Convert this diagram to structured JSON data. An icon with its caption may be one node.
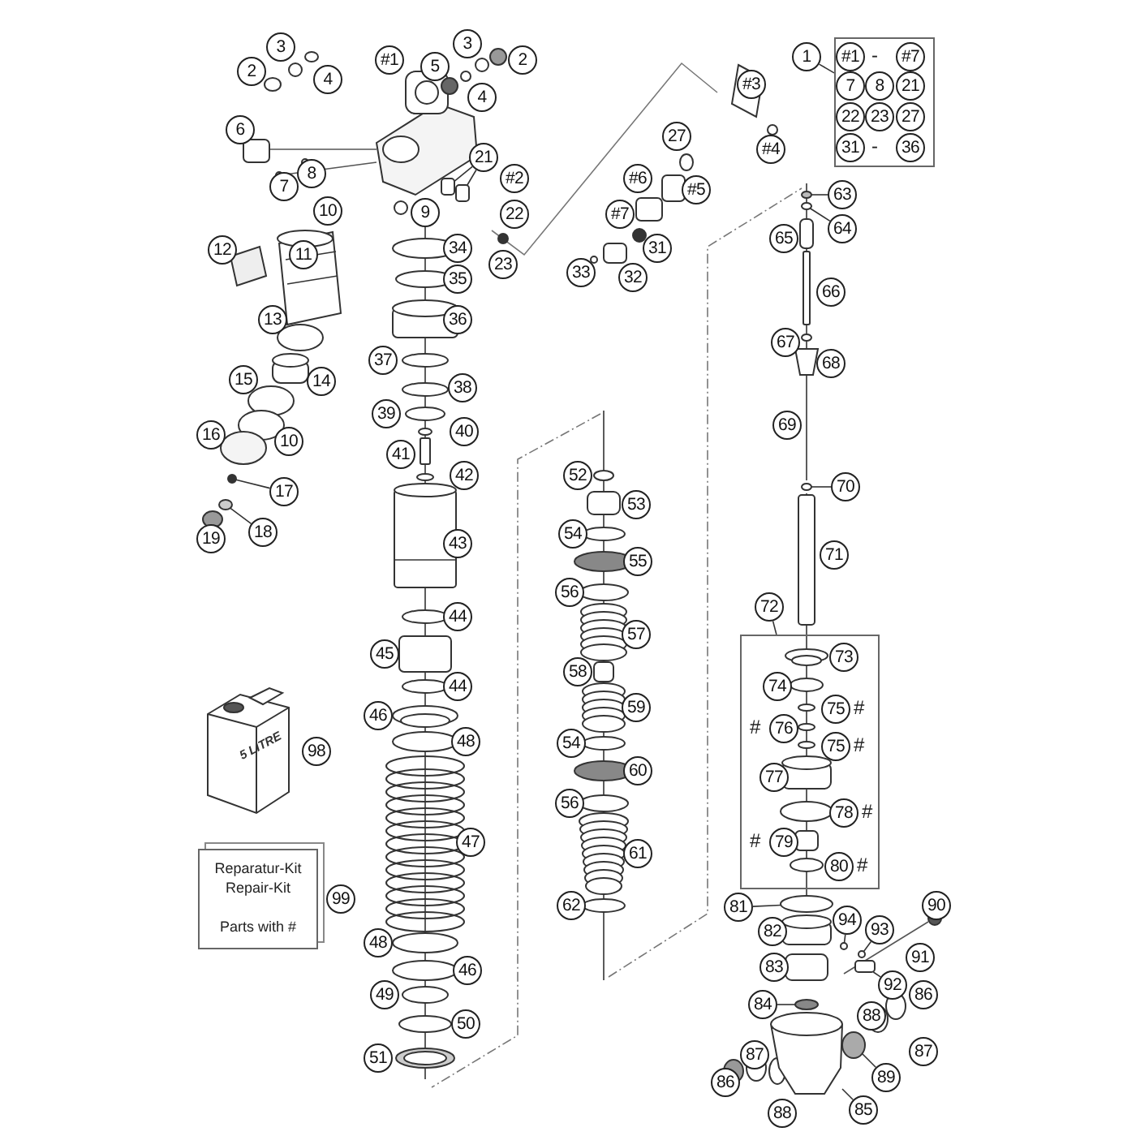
{
  "diagram": {
    "nodes": [
      {
        "text": [
          "#1"
        ]
      },
      {
        "text": [
          "3"
        ]
      },
      {
        "text": [
          "2"
        ]
      },
      {
        "text": [
          "4"
        ]
      },
      {
        "text": [
          "3"
        ]
      },
      {
        "text": [
          "2"
        ]
      },
      {
        "text": [
          "5"
        ]
      },
      {
        "text": [
          "4"
        ]
      },
      {
        "text": [
          "6"
        ]
      },
      {
        "text": [
          "21"
        ]
      },
      {
        "text": [
          "8"
        ]
      },
      {
        "text": [
          "#2"
        ]
      },
      {
        "text": [
          "7"
        ]
      },
      {
        "text": [
          "10"
        ]
      },
      {
        "text": [
          "9"
        ]
      },
      {
        "text": [
          "22"
        ]
      },
      {
        "text": [
          "34"
        ]
      },
      {
        "text": [
          "12"
        ]
      },
      {
        "text": [
          "11"
        ]
      },
      {
        "text": [
          "23"
        ]
      },
      {
        "text": [
          "35"
        ]
      },
      {
        "text": [
          "13"
        ]
      },
      {
        "text": [
          "36"
        ]
      },
      {
        "text": [
          "37"
        ]
      },
      {
        "text": [
          "15"
        ]
      },
      {
        "text": [
          "14"
        ]
      },
      {
        "text": [
          "38"
        ]
      },
      {
        "text": [
          "39"
        ]
      },
      {
        "text": [
          "40"
        ]
      },
      {
        "text": [
          "16"
        ]
      },
      {
        "text": [
          "10"
        ]
      },
      {
        "text": [
          "41"
        ]
      },
      {
        "text": [
          "42"
        ]
      },
      {
        "text": [
          "17"
        ]
      },
      {
        "text": [
          "18"
        ]
      },
      {
        "text": [
          "19"
        ]
      },
      {
        "text": [
          "43"
        ]
      },
      {
        "text": [
          "44"
        ]
      },
      {
        "text": [
          "45"
        ]
      },
      {
        "text": [
          "44"
        ]
      },
      {
        "text": [
          "46"
        ]
      },
      {
        "text": [
          "48"
        ]
      },
      {
        "text": [
          "98"
        ]
      },
      {
        "text": [
          "5 LITRE"
        ]
      },
      {
        "text": [
          "47"
        ]
      },
      {
        "text": [
          "Reparatur-Kit",
          "Repair-Kit",
          "Parts with #"
        ]
      },
      {
        "text": [
          "99"
        ]
      },
      {
        "text": [
          "48"
        ]
      },
      {
        "text": [
          "46"
        ]
      },
      {
        "text": [
          "49"
        ]
      },
      {
        "text": [
          "50"
        ]
      },
      {
        "text": [
          "51"
        ]
      },
      {
        "text": [
          "1"
        ]
      },
      {
        "text": [],
        "shape": "box"
      },
      {
        "text": [
          "#1"
        ],
        "in": 53
      },
      {
        "text": [
          "#7"
        ],
        "in": 53
      },
      {
        "text": [
          "7"
        ],
        "in": 53
      },
      {
        "text": [
          "8"
        ],
        "in": 53
      },
      {
        "text": [
          "21"
        ],
        "in": 53
      },
      {
        "text": [
          "22"
        ],
        "in": 53
      },
      {
        "text": [
          "23"
        ],
        "in": 53
      },
      {
        "text": [
          "27"
        ],
        "in": 53
      },
      {
        "text": [
          "31"
        ],
        "in": 53
      },
      {
        "text": [
          "36"
        ],
        "in": 53
      },
      {
        "text": [
          "#3"
        ]
      },
      {
        "text": [
          "27"
        ]
      },
      {
        "text": [
          "#4"
        ]
      },
      {
        "text": [
          "#6"
        ]
      },
      {
        "text": [
          "#5"
        ]
      },
      {
        "text": [
          "#7"
        ]
      },
      {
        "text": [
          "31"
        ]
      },
      {
        "text": [
          "33"
        ]
      },
      {
        "text": [
          "32"
        ]
      },
      {
        "text": [
          "63"
        ]
      },
      {
        "text": [
          "64"
        ]
      },
      {
        "text": [
          "65"
        ]
      },
      {
        "text": [
          "66"
        ]
      },
      {
        "text": [
          "67"
        ]
      },
      {
        "text": [
          "68"
        ]
      },
      {
        "text": [
          "69"
        ]
      },
      {
        "text": [
          "52"
        ]
      },
      {
        "text": [
          "70"
        ]
      },
      {
        "text": [
          "53"
        ]
      },
      {
        "text": [
          "54"
        ]
      },
      {
        "text": [
          "71"
        ]
      },
      {
        "text": [
          "55"
        ]
      },
      {
        "text": [
          "56"
        ]
      },
      {
        "text": [
          "72"
        ]
      },
      {
        "text": [],
        "shape": "box"
      },
      {
        "text": [
          "57"
        ]
      },
      {
        "text": [
          "73"
        ],
        "in": 88
      },
      {
        "text": [
          "58"
        ]
      },
      {
        "text": [
          "74"
        ],
        "in": 88
      },
      {
        "text": [
          "59"
        ]
      },
      {
        "text": [
          "75"
        ],
        "in": 88
      },
      {
        "text": [
          "76"
        ],
        "in": 88
      },
      {
        "text": [
          "54"
        ]
      },
      {
        "text": [
          "75"
        ],
        "in": 88
      },
      {
        "text": [
          "60"
        ]
      },
      {
        "text": [
          "77"
        ],
        "in": 88
      },
      {
        "text": [
          "56"
        ]
      },
      {
        "text": [
          "78"
        ],
        "in": 88
      },
      {
        "text": [
          "79"
        ],
        "in": 88
      },
      {
        "text": [
          "61"
        ]
      },
      {
        "text": [
          "80"
        ],
        "in": 88
      },
      {
        "text": [
          "62"
        ]
      },
      {
        "text": [
          "90"
        ]
      },
      {
        "text": [
          "81"
        ]
      },
      {
        "text": [
          "94"
        ]
      },
      {
        "text": [
          "93"
        ]
      },
      {
        "text": [
          "82"
        ]
      },
      {
        "text": [
          "91"
        ]
      },
      {
        "text": [
          "83"
        ]
      },
      {
        "text": [
          "92"
        ]
      },
      {
        "text": [
          "86"
        ]
      },
      {
        "text": [
          "84"
        ]
      },
      {
        "text": [
          "88"
        ]
      },
      {
        "text": [
          "87"
        ]
      },
      {
        "text": [
          "87"
        ]
      },
      {
        "text": [
          "89"
        ]
      },
      {
        "text": [
          "86"
        ]
      },
      {
        "text": [
          "88"
        ]
      },
      {
        "text": [
          "85"
        ]
      },
      {
        "text": [],
        "shape": "circle"
      },
      {
        "text": [],
        "shape": "circle"
      },
      {
        "text": [],
        "shape": "box"
      },
      {
        "text": [],
        "shape": "box"
      },
      {
        "text": [],
        "shape": "circle"
      },
      {
        "text": [],
        "shape": "circle"
      },
      {
        "text": [],
        "shape": "circle"
      },
      {
        "text": [],
        "shape": "picture"
      },
      {
        "text": [],
        "shape": "circle"
      },
      {
        "text": [],
        "shape": "box"
      },
      {
        "text": [],
        "shape": "circle"
      },
      {
        "text": [],
        "shape": "circle"
      },
      {
        "text": [],
        "shape": "circle"
      },
      {
        "text": [],
        "shape": "circle"
      }
    ],
    "edges": [
      {
        "from": 52,
        "to": 53,
        "arrow": "none"
      },
      {
        "from": 87,
        "to": 88,
        "arrow": "none"
      },
      {
        "from": 33,
        "to": 123,
        "arrow": "none"
      },
      {
        "from": 34,
        "to": 124,
        "arrow": "none"
      },
      {
        "from": 9,
        "to": 125,
        "arrow": "none"
      },
      {
        "from": 9,
        "to": 126,
        "arrow": "none"
      },
      {
        "from": 81,
        "to": 127,
        "arrow": "none"
      },
      {
        "from": 107,
        "to": 128,
        "arrow": "none"
      },
      {
        "from": 115,
        "to": 129,
        "arrow": "none"
      },
      {
        "from": 122,
        "to": 130,
        "arrow": "none"
      },
      {
        "from": 119,
        "to": 131,
        "arrow": "none"
      },
      {
        "from": 113,
        "to": 132,
        "arrow": "none"
      },
      {
        "from": 109,
        "to": 133,
        "arrow": "none"
      },
      {
        "from": 108,
        "to": 134,
        "arrow": "none"
      },
      {
        "from": 73,
        "to": 135,
        "arrow": "none"
      },
      {
        "from": 74,
        "to": 136,
        "arrow": "none"
      }
    ],
    "labels": [
      "-",
      "-",
      "#",
      "#",
      "#",
      "#",
      "#",
      "#"
    ]
  }
}
